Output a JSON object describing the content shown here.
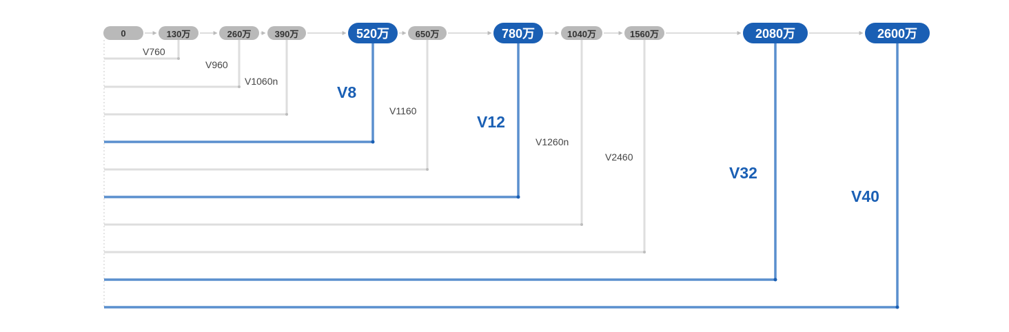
{
  "colors": {
    "highlight": "#1a5fb4",
    "highlight_line": "#5a8fce",
    "normal_pill": "#b9b9b9",
    "normal_line": "#dedede",
    "arrow": "#bbbbbb"
  },
  "milestones": [
    {
      "label": "0",
      "highlight": false
    },
    {
      "label": "130万",
      "highlight": false
    },
    {
      "label": "260万",
      "highlight": false
    },
    {
      "label": "390万",
      "highlight": false
    },
    {
      "label": "520万",
      "highlight": true
    },
    {
      "label": "650万",
      "highlight": false
    },
    {
      "label": "780万",
      "highlight": true
    },
    {
      "label": "1040万",
      "highlight": false
    },
    {
      "label": "1560万",
      "highlight": false
    },
    {
      "label": "2080万",
      "highlight": true
    },
    {
      "label": "2600万",
      "highlight": true
    }
  ],
  "versions": [
    {
      "label": "V760",
      "milestone": 1,
      "highlight": false
    },
    {
      "label": "V960",
      "milestone": 2,
      "highlight": false
    },
    {
      "label": "V1060n",
      "milestone": 3,
      "highlight": false
    },
    {
      "label": "V8",
      "milestone": 4,
      "highlight": true
    },
    {
      "label": "V1160",
      "milestone": 5,
      "highlight": false
    },
    {
      "label": "V12",
      "milestone": 6,
      "highlight": true
    },
    {
      "label": "V1260n",
      "milestone": 7,
      "highlight": false
    },
    {
      "label": "V2460",
      "milestone": 8,
      "highlight": false
    },
    {
      "label": "V32",
      "milestone": 9,
      "highlight": true
    },
    {
      "label": "V40",
      "milestone": 10,
      "highlight": true
    }
  ]
}
